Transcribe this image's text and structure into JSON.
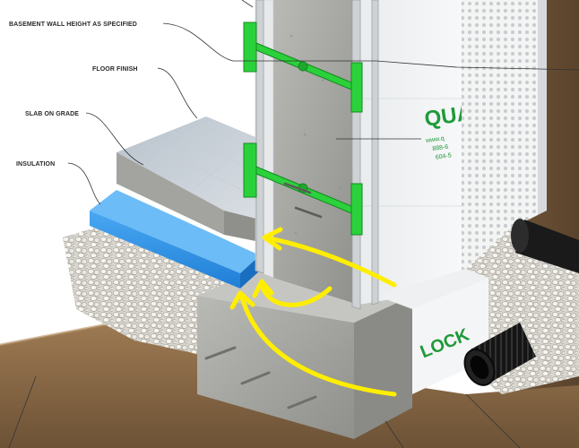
{
  "labels": {
    "wall_height": "BASEMENT WALL HEIGHT AS SPECIFIED",
    "floor_finish": "FLOOR FINISH",
    "slab_on_grade": "SLAB ON GRADE",
    "insulation": "INSULATION"
  },
  "brand": {
    "name_top": "QUA",
    "name_bottom": "LOCK",
    "phone_a": "604-5",
    "phone_b": "888-6",
    "web": "www.q"
  },
  "colors": {
    "insulation": "#2f8fe0",
    "arrow": "#ffee00",
    "tie": "#2bd13a",
    "brand": "#1f9a3a",
    "soil": "#8b6a45",
    "concrete": "#a7a8a4"
  },
  "icons": {
    "arrow": "heat-flow-arrow",
    "drain": "drain-pipe-icon"
  }
}
